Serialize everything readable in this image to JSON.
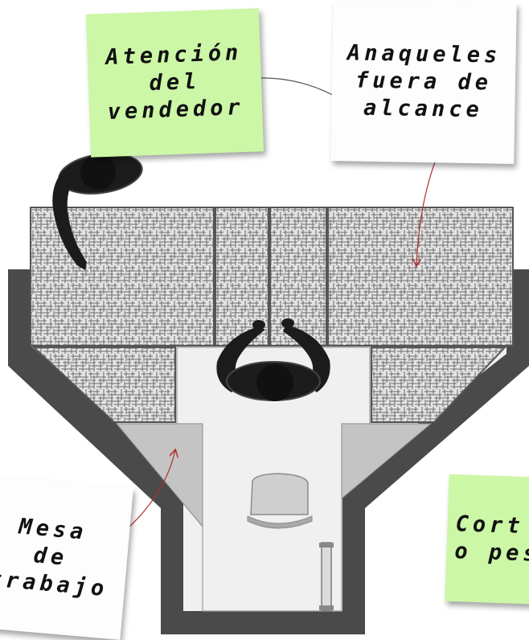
{
  "colors": {
    "wall": "#4a4a4a",
    "floor": "#f0f0f0",
    "counter": "#c4c4c4",
    "shelf_fill": "#d8d8d8",
    "person": "#1c1c1c",
    "arrow": "#b03030",
    "note_green": "#ccf7a6",
    "note_white": "#fdfdfd"
  },
  "notes": {
    "atencion": {
      "lines": [
        "Atención",
        "del",
        "vendedor"
      ],
      "color": "#ccf7a6"
    },
    "anaqueles": {
      "lines": [
        "Anaqueles",
        "fuera de",
        "alcance"
      ],
      "color": "#fdfdfd"
    },
    "mesa": {
      "lines": [
        "Mesa",
        "de",
        "trabajo"
      ],
      "color": "#fdfdfd"
    },
    "cort": {
      "lines": [
        "Cort",
        "o pes"
      ],
      "color": "#ccf7a6"
    }
  },
  "icons": {
    "seller_top": "person-reaching-icon",
    "seller_center": "person-topview-icon",
    "chair": "chair-icon"
  }
}
